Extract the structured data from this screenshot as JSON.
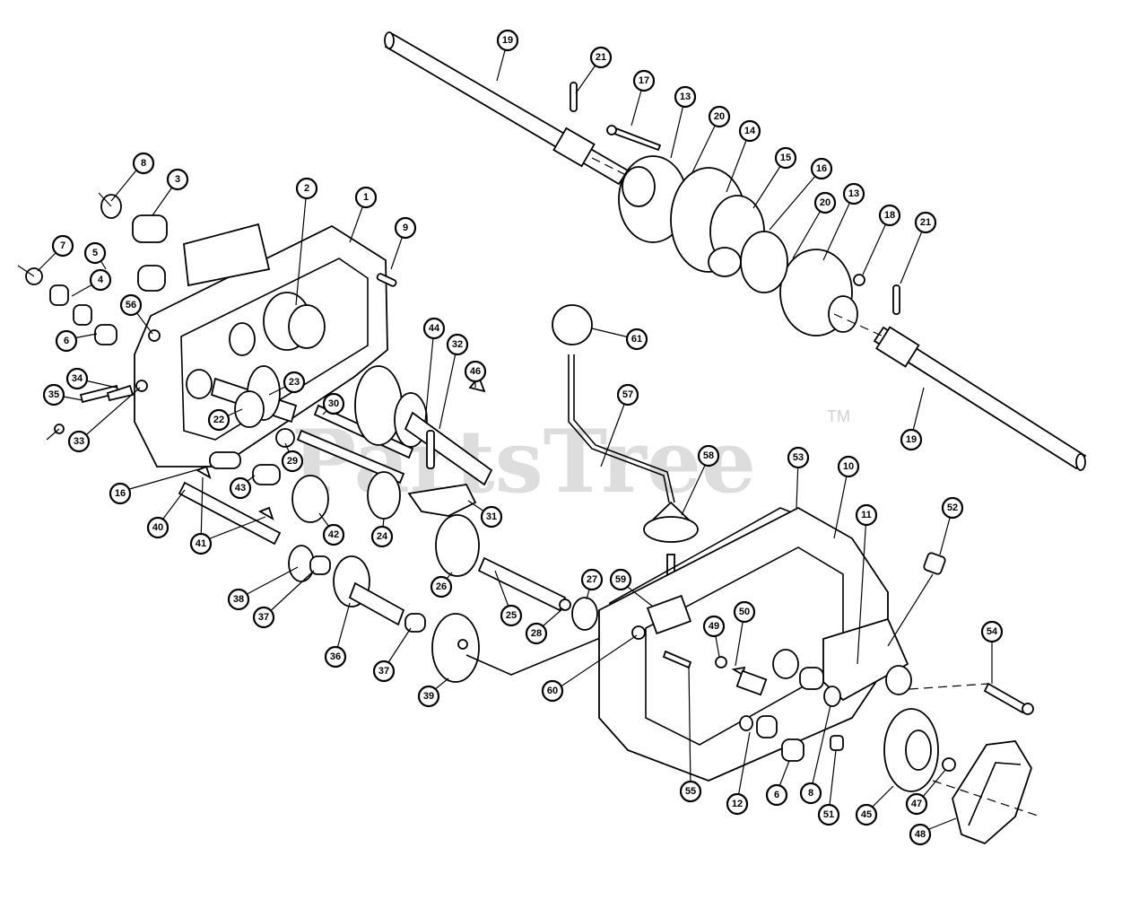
{
  "watermark": {
    "text": "PartsTree",
    "trademark": "TM"
  },
  "callouts": [
    "19",
    "21",
    "17",
    "13",
    "20",
    "14",
    "15",
    "16",
    "20",
    "13",
    "18",
    "21",
    "19",
    "8",
    "3",
    "2",
    "1",
    "9",
    "7",
    "5",
    "4",
    "56",
    "6",
    "44",
    "32",
    "46",
    "61",
    "57",
    "34",
    "35",
    "23",
    "30",
    "22",
    "29",
    "33",
    "16",
    "43",
    "40",
    "41",
    "42",
    "24",
    "31",
    "58",
    "53",
    "10",
    "11",
    "52",
    "26",
    "27",
    "59",
    "25",
    "28",
    "38",
    "37",
    "36",
    "37",
    "39",
    "60",
    "49",
    "50",
    "54",
    "55",
    "12",
    "6",
    "8",
    "51",
    "45",
    "47",
    "48"
  ]
}
